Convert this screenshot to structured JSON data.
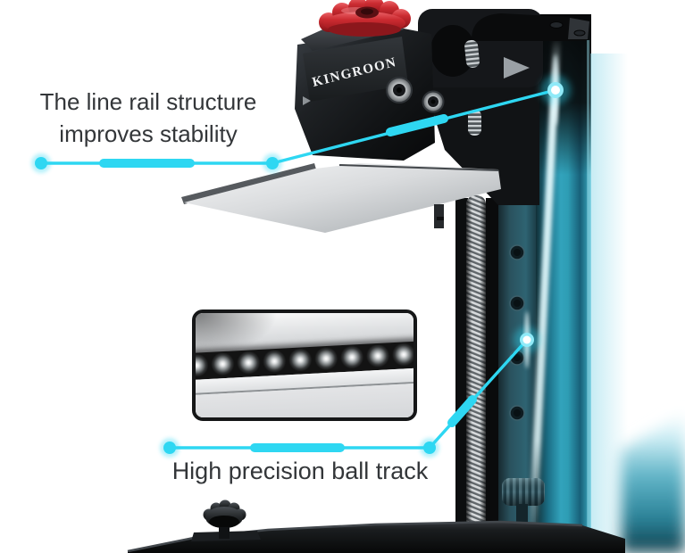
{
  "product": {
    "brand_label": "KINGROON"
  },
  "callouts": {
    "line_rail": {
      "line1": "The line rail structure",
      "line2": "improves stability"
    },
    "ball_track": {
      "text": "High precision ball track"
    }
  },
  "colors": {
    "background": "#ffffff",
    "accent_cyan": "#2ed7f2",
    "knob_red": "#c5262c",
    "tower_teal": "#2e9db4",
    "plate_silver": "#c5c8ca",
    "body_black": "#141619",
    "text_dark": "#333639"
  }
}
